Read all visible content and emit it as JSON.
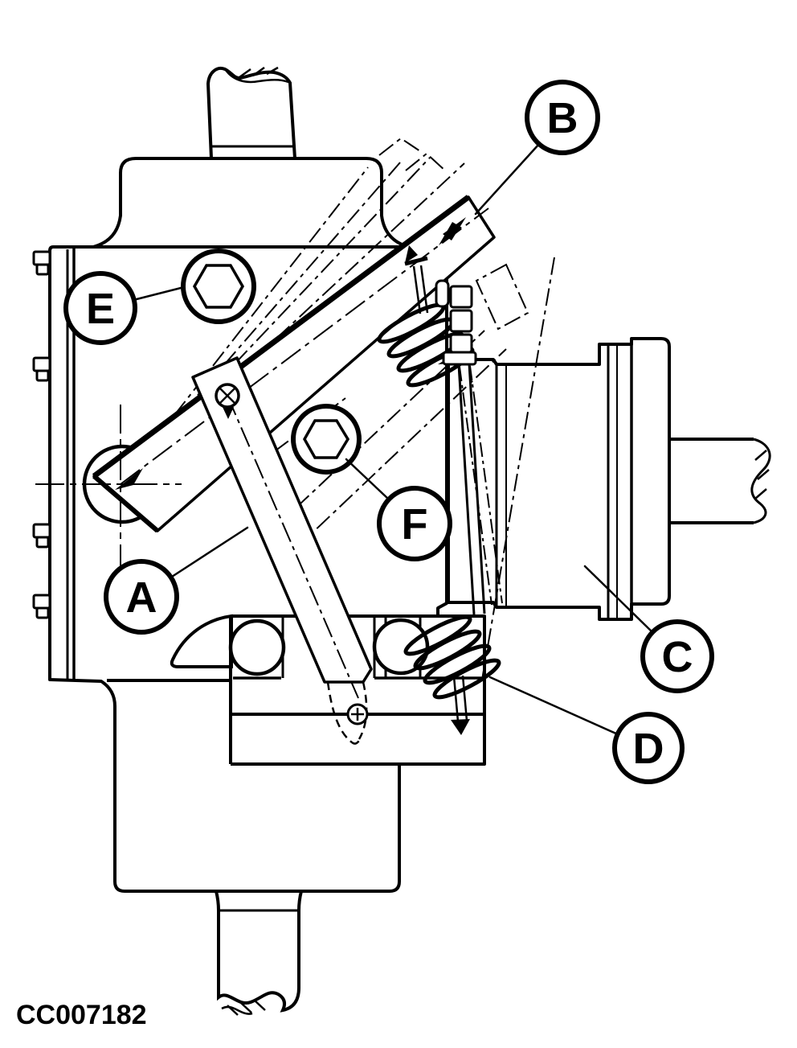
{
  "figure": {
    "code": "CC007182"
  },
  "callouts": [
    {
      "label": "A"
    },
    {
      "label": "B"
    },
    {
      "label": "C"
    },
    {
      "label": "D"
    },
    {
      "label": "E"
    },
    {
      "label": "F"
    }
  ],
  "colors": {
    "ink": "#000000",
    "paper": "#ffffff"
  }
}
